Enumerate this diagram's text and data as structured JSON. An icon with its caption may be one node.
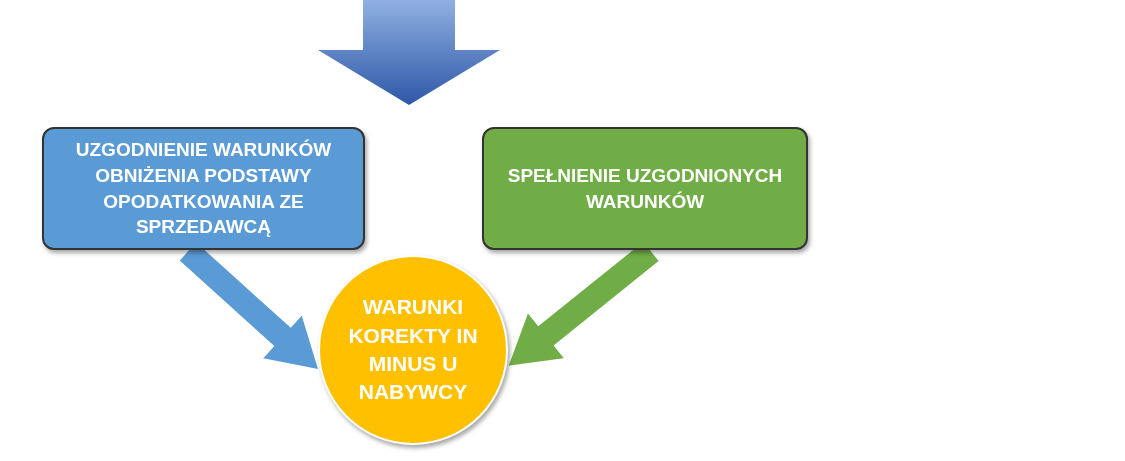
{
  "diagram": {
    "nodes": [
      {
        "text": [
          "UZGODNIENIE WARUNKÓW OBNIŻENIA PODSTAWY OPODATKOWANIA ZE SPRZEDAWCĄ"
        ]
      },
      {
        "text": [
          "SPEŁNIENIE UZGODNIONYCH WARUNKÓW"
        ]
      },
      {
        "text": [
          "WARUNKI KOREKTY IN MINUS U NABYWCY"
        ]
      }
    ],
    "edges": [
      {
        "from": 0,
        "to": 2,
        "arrow": "to",
        "style": "thick",
        "color": "#5b9bd5"
      },
      {
        "from": 1,
        "to": 2,
        "arrow": "to",
        "style": "thick",
        "color": "#70ad47"
      }
    ]
  }
}
